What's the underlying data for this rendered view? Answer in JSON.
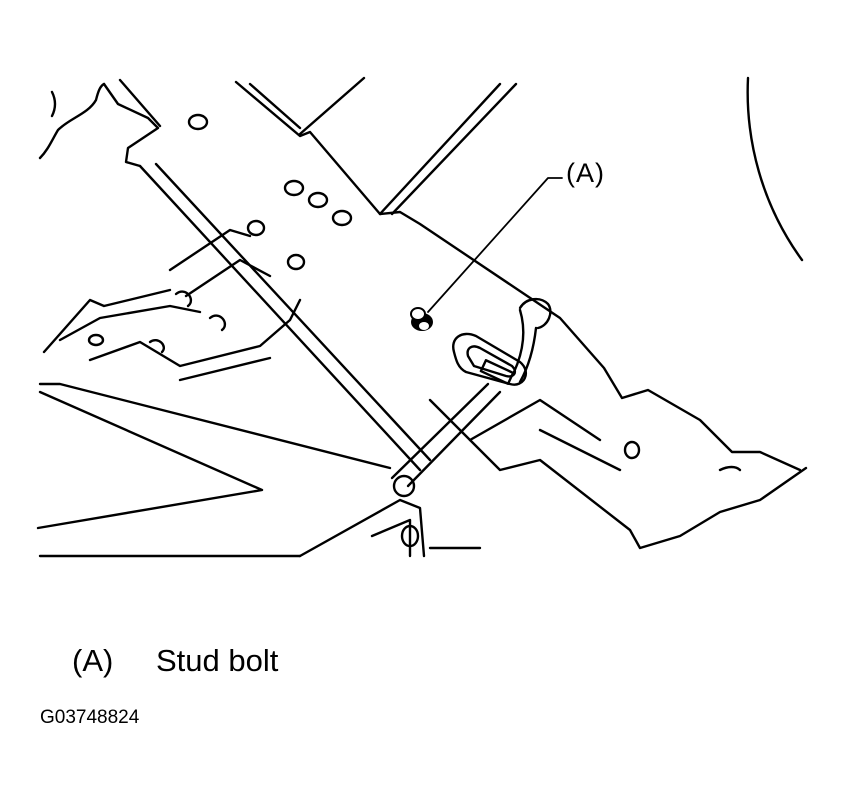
{
  "figure": {
    "callout": "(A)",
    "legend": {
      "key": "(A)",
      "text": "Stud bolt"
    },
    "code": "G03748824"
  }
}
